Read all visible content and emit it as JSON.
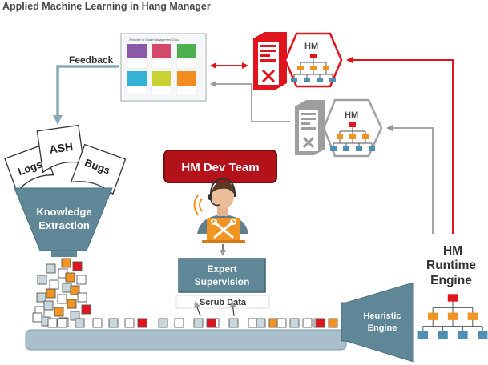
{
  "title": "Applied Machine Learning in Hang Manager",
  "colors": {
    "red": "#e0141c",
    "dark_red": "#b3121a",
    "orange": "#f29422",
    "steel": "#5f8798",
    "steel_light": "#c9d6dd",
    "conveyor": "#a9bfcb",
    "gray": "#a0a0a0",
    "hierarchy_blue": "#4d8fb5"
  },
  "dashboard": {
    "header": "Welcome to Oracle Management Cloud",
    "tile_colors": [
      "#8b5aa6",
      "#d44a6a",
      "#4caf50",
      "#35b3d6",
      "#c9d233",
      "#f28c1e"
    ]
  },
  "labels": {
    "feedback": "Feedback",
    "hm_dev_team": "HM Dev Team",
    "expert_supervision": [
      "Expert",
      "Supervision"
    ],
    "scrub_data": "Scrub Data",
    "knowledge_extraction": [
      "Knowledge",
      "Extraction"
    ],
    "heuristic_engine": [
      "Heuristic",
      "Engine"
    ],
    "runtime_engine": [
      "HM",
      "Runtime",
      "Engine"
    ],
    "hm_red": "HM",
    "hm_gray": "HM"
  },
  "documents": {
    "ash": "ASH",
    "logs": "Logs",
    "bugs": "Bugs"
  },
  "icons": {
    "server_red": "server-icon",
    "server_gray": "server-icon",
    "expert_person": "headset-person-icon",
    "tools": "wrench-screwdriver-icon"
  }
}
